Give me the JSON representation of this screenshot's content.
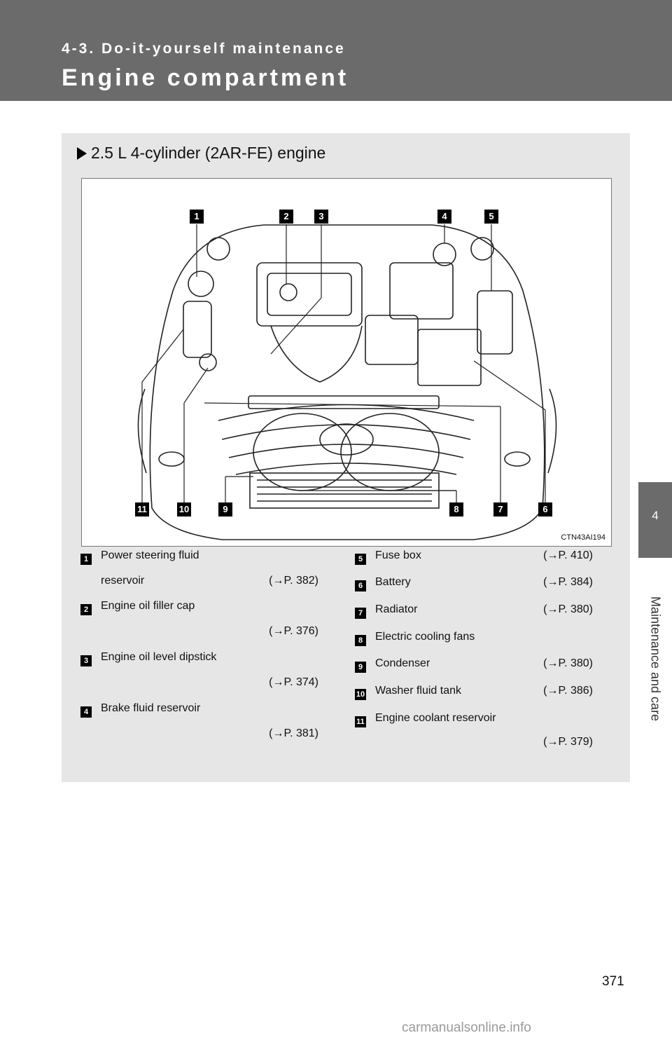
{
  "header": {
    "section": "4-3. Do-it-yourself maintenance",
    "title": "Engine compartment"
  },
  "sidebar": {
    "chapter": "4",
    "chapter_title": "Maintenance and care"
  },
  "panel": {
    "subheading": "2.5 L 4-cylinder (2AR-FE) engine",
    "figure_code": "CTN43AI194"
  },
  "callouts": [
    "1",
    "2",
    "3",
    "4",
    "5",
    "6",
    "7",
    "8",
    "9",
    "10",
    "11"
  ],
  "items": [
    {
      "num": "1",
      "name": "Power steering fluid",
      "name2": "reservoir",
      "ref": "(→P. 382)"
    },
    {
      "num": "2",
      "name": "Engine oil filler cap",
      "ref": "(→P. 376)"
    },
    {
      "num": "3",
      "name": "Engine oil level dipstick",
      "ref": "(→P. 374)"
    },
    {
      "num": "4",
      "name": "Brake fluid reservoir",
      "ref": "(→P. 381)"
    },
    {
      "num": "5",
      "name": "Fuse box",
      "ref": "(→P. 410)"
    },
    {
      "num": "6",
      "name": "Battery",
      "ref": "(→P. 384)"
    },
    {
      "num": "7",
      "name": "Radiator",
      "ref": "(→P. 380)"
    },
    {
      "num": "8",
      "name": "Electric cooling fans",
      "ref": ""
    },
    {
      "num": "9",
      "name": "Condenser",
      "ref": "(→P. 380)"
    },
    {
      "num": "10",
      "name": "Washer fluid tank",
      "ref": "(→P. 386)"
    },
    {
      "num": "11",
      "name": "Engine coolant reservoir",
      "ref": "(→P. 379)"
    }
  ],
  "footer": {
    "page": "371",
    "watermark": "carmanualsonline.info"
  }
}
